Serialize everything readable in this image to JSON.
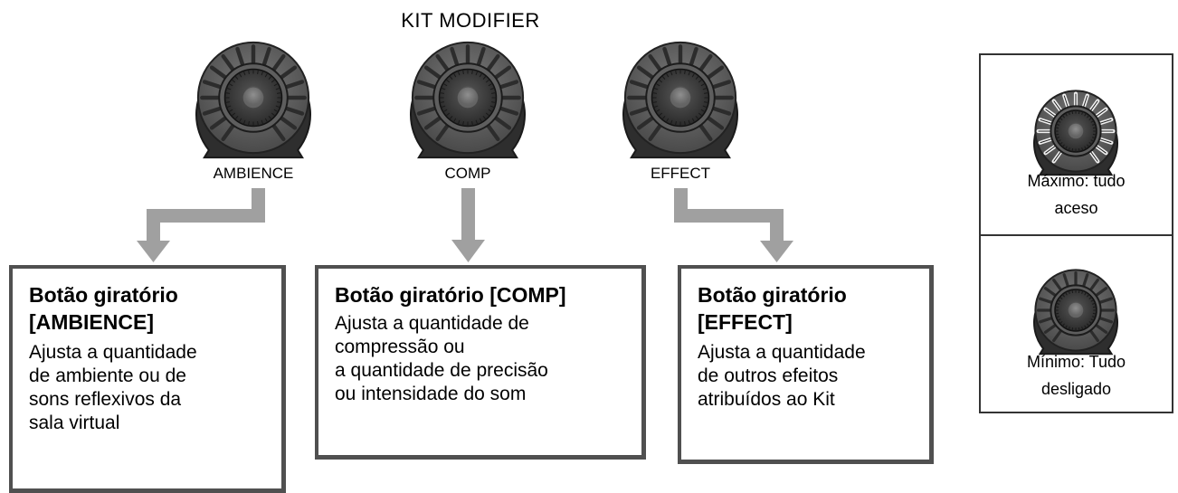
{
  "title": "KIT MODIFIER",
  "knobs": [
    {
      "label": "AMBIENCE",
      "heading": "Botão giratório\n[AMBIENCE]",
      "description": "Ajusta a quantidade\nde ambiente ou de\nsons reflexivos da\nsala virtual"
    },
    {
      "label": "COMP",
      "heading": "Botão giratório [COMP]",
      "description": "Ajusta a quantidade de\ncompressão ou\na quantidade de precisão\nou intensidade do som"
    },
    {
      "label": "EFFECT",
      "heading": "Botão giratório\n[EFFECT]",
      "description": "Ajusta a quantidade\nde outros efeitos\natribuídos ao Kit"
    }
  ],
  "legend": {
    "max_text": "Máximo: tudo\naceso",
    "min_text": "Mínimo: Tudo\ndesligado"
  },
  "colors": {
    "knob_dark": "#3a3a3a",
    "knob_ring": "#5e5e5e",
    "arrow_gray": "#a0a0a0",
    "box_border": "#505050",
    "led_lit": "#f2f2f2"
  }
}
